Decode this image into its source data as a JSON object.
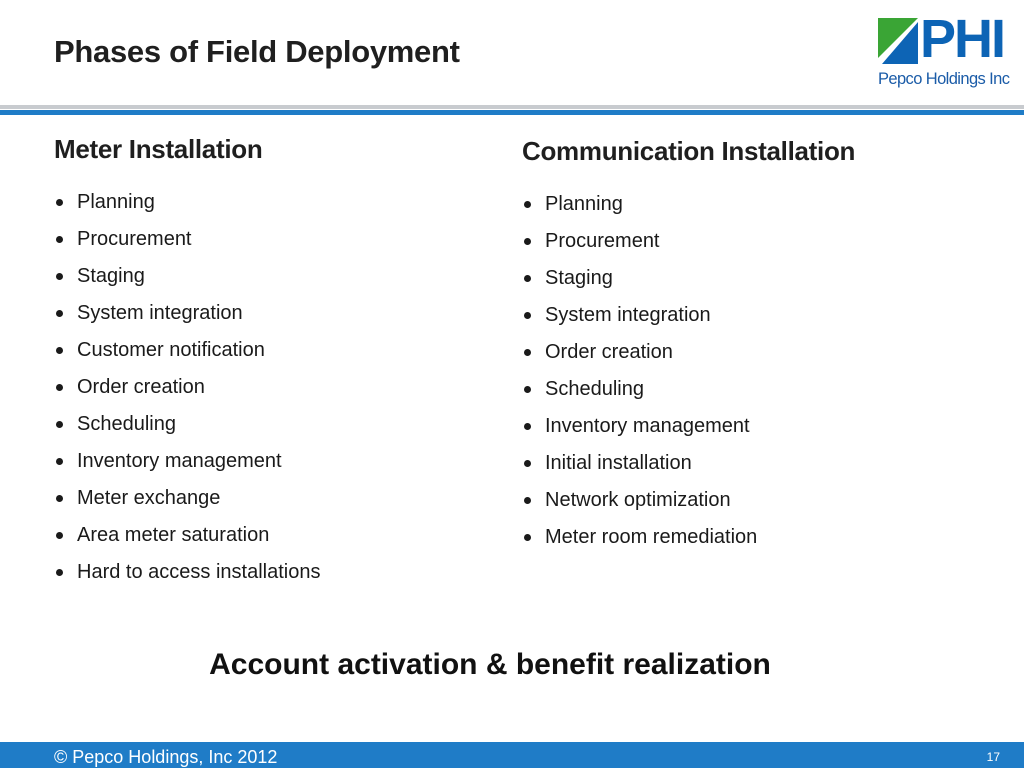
{
  "slide": {
    "title": "Phases of Field Deployment",
    "logo": {
      "wordmark": "PHI",
      "subtitle": "Pepco Holdings Inc",
      "icon": "phi-logo-icon"
    },
    "columns": [
      {
        "heading": "Meter Installation",
        "items": [
          "Planning",
          "Procurement",
          "Staging",
          "System integration",
          "Customer notification",
          "Order creation",
          "Scheduling",
          "Inventory management",
          "Meter exchange",
          "Area meter saturation",
          "Hard to access installations"
        ]
      },
      {
        "heading": "Communication Installation",
        "items": [
          "Planning",
          "Procurement",
          "Staging",
          "System integration",
          "Order creation",
          "Scheduling",
          "Inventory management",
          "Initial installation",
          "Network optimization",
          "Meter room remediation"
        ]
      }
    ],
    "bottom_note": "Account activation & benefit realization",
    "footer": {
      "copyright": "© Pepco Holdings, Inc  2012",
      "page_number": "17"
    },
    "colors": {
      "accent_blue": "#1f7cc7",
      "logo_blue": "#0d64b5",
      "logo_green": "#3aa535",
      "rule_gray": "#c8cbcf"
    }
  }
}
